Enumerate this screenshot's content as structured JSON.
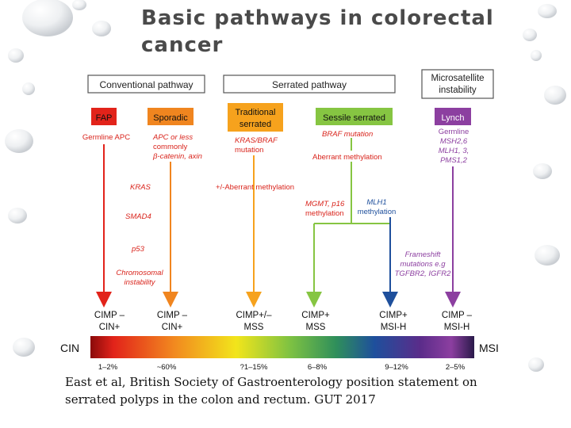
{
  "slide": {
    "title": "Basic pathways in colorectal cancer",
    "citation": "East et al, British Society of Gastroenterology position statement on serrated polyps in the colon and rectum. GUT 2017"
  },
  "diagram": {
    "headers": {
      "conventional": "Conventional pathway",
      "serrated": "Serrated pathway",
      "msi_line1": "Microsatellite",
      "msi_line2": "instability"
    },
    "boxes": {
      "fap": "FAP",
      "sporadic": "Sporadic",
      "traditional_line1": "Traditional",
      "traditional_line2": "serrated",
      "sessile": "Sessile serrated",
      "lynch": "Lynch"
    },
    "notes": {
      "germline_apc": "Germline APC",
      "apc_line1": "APC or less",
      "apc_line2": "commonly",
      "apc_line3": "β-catenin, axin",
      "kras_braf_line1": "KRAS/BRAF",
      "kras_braf_line2": "mutation",
      "braf_mutation": "BRAF mutation",
      "aberrant_methylation": "Aberrant methylation",
      "lynch_line1": "Germline",
      "lynch_line2": "MSH2,6",
      "lynch_line3": "MLH1, 3,",
      "lynch_line4": "PMS1,2",
      "kras": "KRAS",
      "smad4": "SMAD4",
      "p53": "p53",
      "chrom_line1": "Chromosomal",
      "chrom_line2": "instability",
      "pm_aberrant": "+/-Aberrant methylation",
      "mgmt_line1": "MGMT, p16",
      "mgmt_line2": "methylation",
      "mlh1_line1": "MLH1",
      "mlh1_line2": "methylation",
      "frame_line1": "Frameshift",
      "frame_line2": "mutations e.g",
      "frame_line3": "TGFBR2, IGFR2"
    },
    "outcomes": [
      {
        "line1": "CIMP –",
        "line2": "CIN+",
        "pct": "1–2%"
      },
      {
        "line1": "CIMP –",
        "line2": "CIN+",
        "pct": "~60%"
      },
      {
        "line1": "CIMP+/–",
        "line2": "MSS",
        "pct": "?1–15%"
      },
      {
        "line1": "CIMP+",
        "line2": "MSS",
        "pct": "6–8%"
      },
      {
        "line1": "CIMP+",
        "line2": "MSI-H",
        "pct": "9–12%"
      },
      {
        "line1": "CIMP –",
        "line2": "MSI-H",
        "pct": "2–5%"
      }
    ],
    "scale": {
      "left": "CIN",
      "right": "MSI"
    },
    "colors": {
      "red": "#e2231a",
      "orange": "#f0851f",
      "traditional": "#f6a21d",
      "sessile": "#86c542",
      "mlh1": "#1e4f9c",
      "lynch": "#8c3fa0",
      "note": "#d9241c"
    }
  }
}
